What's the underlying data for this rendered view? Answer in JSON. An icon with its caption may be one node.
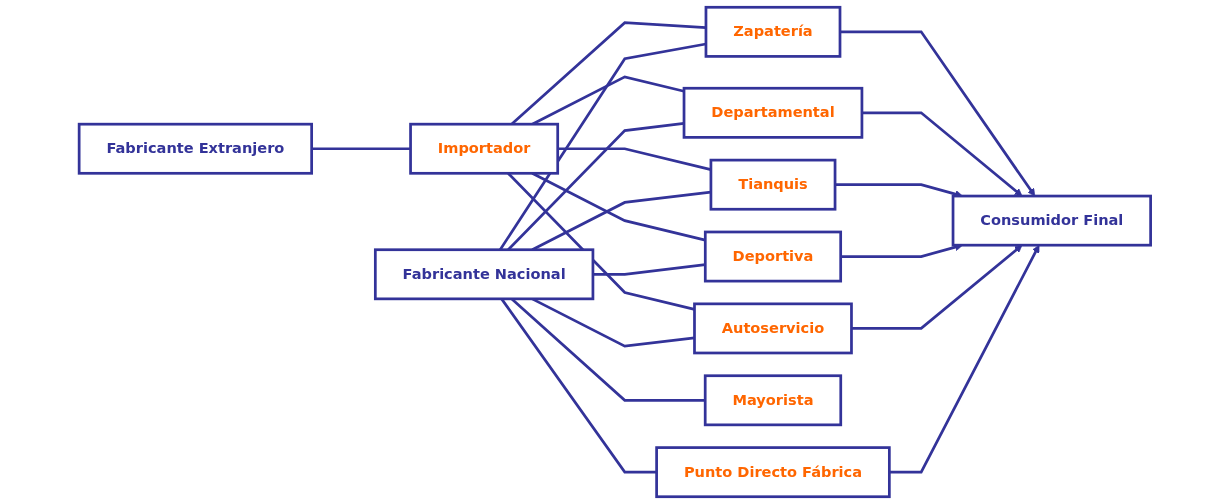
{
  "diagram": {
    "nodes": [
      {
        "text": [
          "Fabricante Extranjero"
        ]
      },
      {
        "text": [
          "Importador"
        ]
      },
      {
        "text": [
          "Zapatería"
        ]
      },
      {
        "text": [
          "Departamental"
        ]
      },
      {
        "text": [
          "Tianquis"
        ]
      },
      {
        "text": [
          "Deportiva"
        ]
      },
      {
        "text": [
          "Autoservicio"
        ]
      },
      {
        "text": [
          "Consumidor Final"
        ]
      },
      {
        "text": [
          "Fabricante Nacional"
        ]
      },
      {
        "text": [
          "Mayorista"
        ]
      },
      {
        "text": [
          "Punto Directo Fábrica"
        ]
      }
    ],
    "edges": [
      {
        "from": 0,
        "to": 1,
        "arrow": "none"
      },
      {
        "from": 1,
        "to": 2,
        "arrow": "none"
      },
      {
        "from": 1,
        "to": 3,
        "arrow": "none"
      },
      {
        "from": 1,
        "to": 4,
        "arrow": "none"
      },
      {
        "from": 1,
        "to": 5,
        "arrow": "none"
      },
      {
        "from": 1,
        "to": 6,
        "arrow": "none"
      },
      {
        "from": 8,
        "to": 2,
        "arrow": "none"
      },
      {
        "from": 8,
        "to": 3,
        "arrow": "none"
      },
      {
        "from": 8,
        "to": 4,
        "arrow": "none"
      },
      {
        "from": 8,
        "to": 5,
        "arrow": "none"
      },
      {
        "from": 8,
        "to": 6,
        "arrow": "none"
      },
      {
        "from": 2,
        "to": 7,
        "arrow": "to"
      },
      {
        "from": 3,
        "to": 7,
        "arrow": "to"
      },
      {
        "from": 4,
        "to": 7,
        "arrow": "to"
      },
      {
        "from": 5,
        "to": 7,
        "arrow": "to"
      },
      {
        "from": 6,
        "to": 7,
        "arrow": "to"
      },
      {
        "from": 8,
        "to": 9,
        "arrow": "none"
      },
      {
        "from": 8,
        "to": 10,
        "arrow": "none"
      },
      {
        "from": 10,
        "to": 7,
        "arrow": "to"
      }
    ]
  }
}
